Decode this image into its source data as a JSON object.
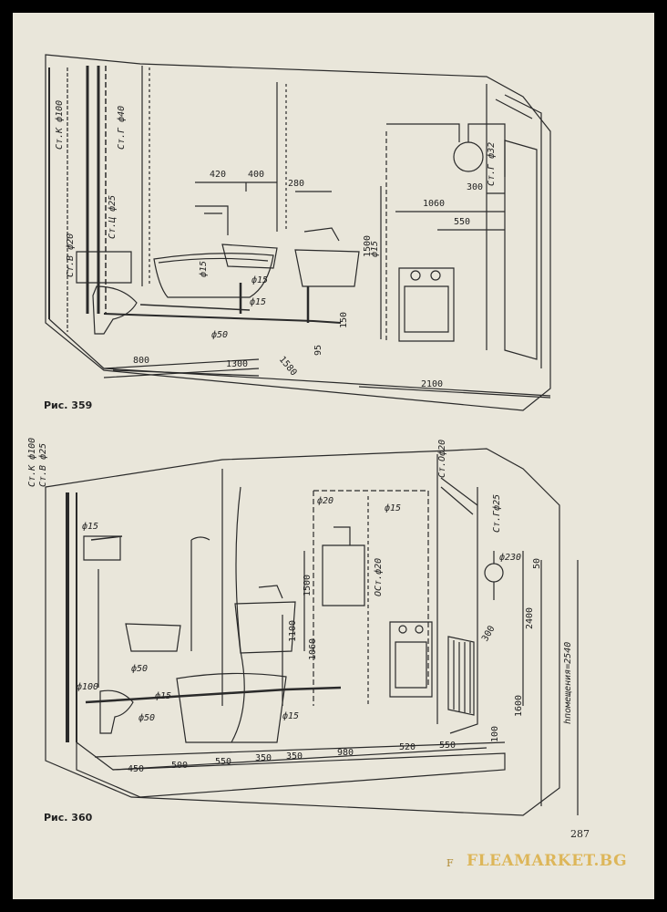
{
  "figure_359": {
    "caption": "Рис. 359",
    "dimensions": [
      "420",
      "400",
      "280",
      "1060",
      "300",
      "550",
      "1500",
      "150",
      "95",
      "800",
      "1300",
      "1580",
      "2100"
    ],
    "pipe_labels": [
      "Ст.К ф100",
      "Ст.Г ф40",
      "Ст.Ц ф25",
      "Ст.В ф20",
      "ф15",
      "ф15",
      "ф15",
      "ф50",
      "ф15",
      "Ст.Г ф32"
    ]
  },
  "figure_360": {
    "caption": "Рис. 360",
    "dimensions": [
      "450",
      "500",
      "550",
      "350",
      "350",
      "980",
      "520",
      "550",
      "1100",
      "1060",
      "1500",
      "2400",
      "1600",
      "100",
      "300",
      "50"
    ],
    "pipe_labels": [
      "Ст.К ф100",
      "Ст.В ф25",
      "ф15",
      "ф20",
      "ф15",
      "Ст.Оф20",
      "Ст.Гф25",
      "ф230",
      "ОСт.ф20",
      "ф50",
      "ф100",
      "ф15",
      "ф50",
      "ф15"
    ],
    "room_height": "hпомещения=2540"
  },
  "page_number": "287",
  "watermark": "FLEAMARKET.BG",
  "watermark_mark": "F"
}
